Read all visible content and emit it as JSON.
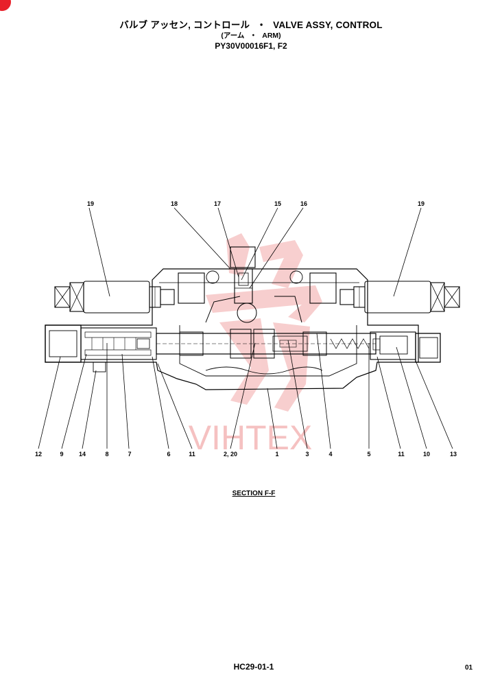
{
  "header": {
    "title_jp": "バルブ アッセン, コントロール",
    "separator": "・",
    "title_en": "VALVE ASSY, CONTROL",
    "sub_jp": "(アーム",
    "sub_en": "ARM)",
    "part_code": "PY30V00016F1, F2"
  },
  "callouts": {
    "top": [
      "19",
      "18",
      "17",
      "15",
      "16",
      "19"
    ],
    "bottom": [
      "12",
      "9",
      "14",
      "8",
      "7",
      "6",
      "11",
      "2, 20",
      "1",
      "3",
      "4",
      "5",
      "11",
      "10",
      "13"
    ]
  },
  "watermark": {
    "text": "VIHTEX",
    "color": "#f2a7a7"
  },
  "section_label": "SECTION F-F",
  "footer": {
    "code": "HC29-01-1",
    "page": "01"
  },
  "colors": {
    "brand_corner": "#e8202a",
    "line": "#000000"
  }
}
